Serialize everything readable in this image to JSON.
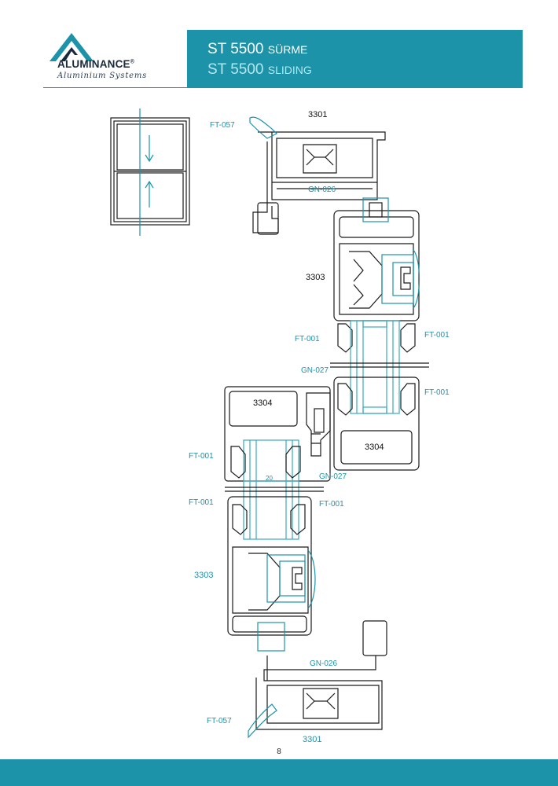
{
  "header": {
    "brand": "ALUMINANCE",
    "registered": "®",
    "tagline": "Aluminium Systems",
    "title_tr_main": "ST 5500",
    "title_tr_caps": "SÜRME",
    "title_en_main": "ST 5500",
    "title_en_caps": "SLIDING"
  },
  "labels": {
    "top_frame": "3301",
    "top_seal": "FT-057",
    "top_gasket": "GN-026",
    "upper_sash": "3303",
    "ft001_a": "FT-001",
    "ft001_b": "FT-001",
    "ft001_c": "FT-001",
    "gn027_a": "GN-027",
    "interlock_left": "3304",
    "interlock_right": "3304",
    "gn027_b": "GN-027",
    "ft001_d": "FT-001",
    "dim_20": "20",
    "ft001_e": "FT-001",
    "ft001_f": "FT-001",
    "lower_sash": "3303",
    "bottom_gasket": "GN-026",
    "bottom_seal": "FT-057",
    "bottom_frame": "3301"
  },
  "footer": {
    "page_number": "8"
  },
  "colors": {
    "accent": "#1c93a8",
    "line": "#1a1a1a",
    "glass": "#3aa9bd"
  }
}
